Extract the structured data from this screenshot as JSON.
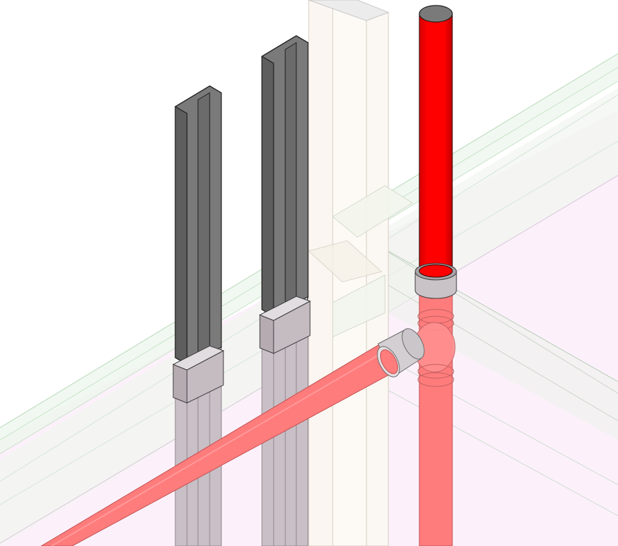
{
  "view": {
    "type": "isometric-3d-model-view",
    "background_color": "#ffffff"
  },
  "colors": {
    "slab_fill": "#eef6ee",
    "slab_edge": "#b6d8b6",
    "floor_fill": "#fbeefa",
    "wall_fill": "#f7f3ee",
    "wall_edge": "#cfc6bc",
    "column_fill": "#7a7a7a",
    "column_dark": "#5e5e5e",
    "column_edge": "#1e1e1e",
    "column_ghost": "#c9bfc6",
    "collar_fill": "#c5bcc2",
    "pipe_red": "#ff0000",
    "pipe_ghost": "#ff7c7c",
    "coupling_fill": "#d3cfd2"
  },
  "elements": [
    {
      "id": "steel-column-left",
      "kind": "c-channel-column",
      "material": "steel"
    },
    {
      "id": "steel-column-right",
      "kind": "c-channel-column",
      "material": "steel"
    },
    {
      "id": "vertical-red-pipe",
      "kind": "pipe",
      "orientation": "vertical"
    },
    {
      "id": "diagonal-red-pipe",
      "kind": "pipe",
      "orientation": "horizontal"
    },
    {
      "id": "pipe-tee-fitting",
      "kind": "tee-fitting"
    },
    {
      "id": "wall-post",
      "kind": "wall-stud"
    },
    {
      "id": "floor-slab",
      "kind": "slab"
    }
  ]
}
